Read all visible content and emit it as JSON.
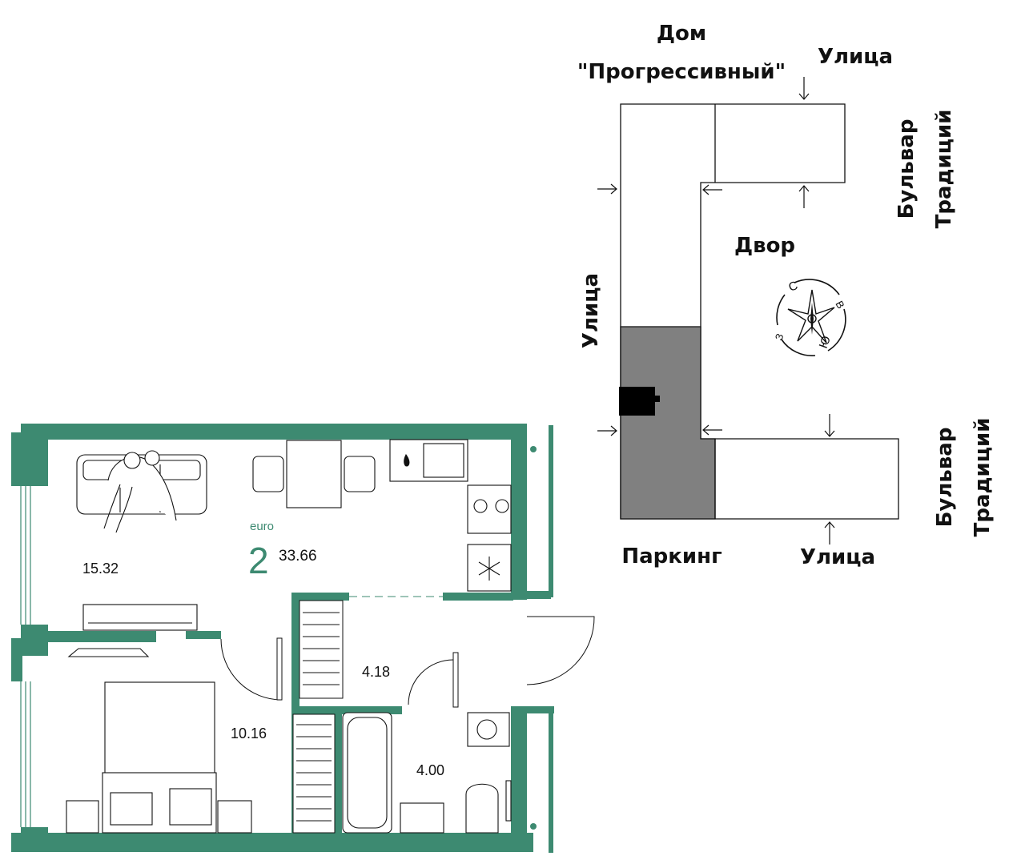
{
  "colors": {
    "wall": "#3d8a71",
    "ink": "#111111",
    "parking": "#808080"
  },
  "apartment": {
    "format_label": "euro",
    "rooms": "2",
    "total_area": "33.66",
    "room_areas": {
      "living_kitchen": "15.32",
      "bedroom": "10.16",
      "hall": "4.18",
      "bathroom": "4.00"
    }
  },
  "site_plan": {
    "house_name_line1": "Дом",
    "house_name_line2": "\"Прогрессивный\"",
    "street_top": "Улица",
    "street_left": "Улица",
    "street_bottom": "Улица",
    "boulevard_top_line1": "Бульвар",
    "boulevard_top_line2": "Традиций",
    "boulevard_bottom_line1": "Бульвар",
    "boulevard_bottom_line2": "Традиций",
    "yard": "Двор",
    "parking": "Паркинг",
    "compass": {
      "north": "С",
      "east": "В",
      "south": "Ю",
      "west": "З",
      "icon": "compass-rose-icon"
    }
  }
}
